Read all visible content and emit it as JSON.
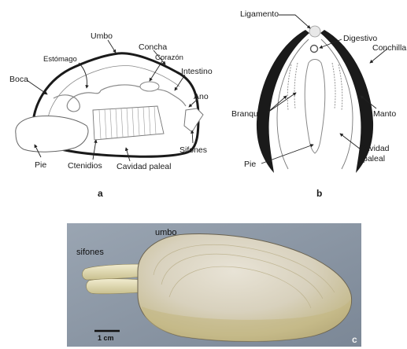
{
  "panel_a": {
    "letter": "a",
    "labels": {
      "umbo": "Umbo",
      "concha": "Concha",
      "estomago": "Estómago",
      "corazon": "Corazón",
      "intestino": "Intestino",
      "boca": "Boca",
      "ano": "Ano",
      "sifones": "Sifones",
      "pie": "Pie",
      "ctenidios": "Ctenidios",
      "cavidad_paleal": "Cavidad paleal"
    }
  },
  "panel_b": {
    "letter": "b",
    "labels": {
      "ligamento": "Ligamento",
      "digestivo": "Digestivo",
      "conchilla": "Conchilla",
      "branquia": "Branquia",
      "manto": "Manto",
      "pie": "Pie",
      "cavidad": "Cavidad",
      "paleal": "paleal"
    }
  },
  "panel_c": {
    "letter": "c",
    "labels": {
      "umbo": "umbo",
      "sifones": "sifones",
      "scale": "1 cm"
    }
  },
  "colors": {
    "shell_outline": "#1a1a1a",
    "photo_background": "#8a97a6",
    "shell_body": "#d9d3c2"
  }
}
